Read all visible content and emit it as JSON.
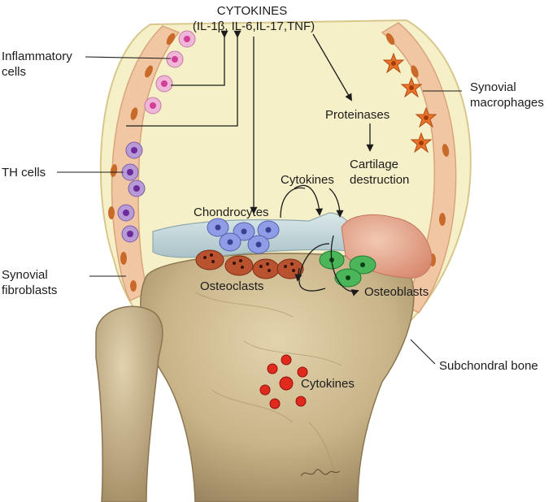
{
  "header": {
    "title_line1": "CYTOKINES",
    "title_line2": "(IL-1β, IL-6,IL-17,TNF)"
  },
  "labels": {
    "inflammatory_line1": "Inflammatory",
    "inflammatory_line2": "cells",
    "th_cells": "TH cells",
    "synovial_fib_line1": "Synovial",
    "synovial_fib_line2": "fibroblasts",
    "synovial_mac_line1": "Synovial",
    "synovial_mac_line2": "macrophages",
    "proteinases": "Proteinases",
    "cartilage_line1": "Cartilage",
    "cartilage_line2": "destruction",
    "cytokines_mid": "Cytokines",
    "chondrocytes": "Chondrocytes",
    "osteoclasts": "Osteoclasts",
    "osteoblasts": "Osteoblasts",
    "subchondral_bone": "Subchondral bone",
    "cytokines_bone": "Cytokines"
  },
  "colors": {
    "capsule": "#f6f0c8",
    "synovium": "#f1c7a3",
    "bone": "#c9b489",
    "cartilage": "#c9dde0",
    "inflammatory_cell": "#f0b6d8",
    "th_cell": "#b79ad6",
    "macrophage": "#e8732a",
    "chondrocyte": "#8f9de6",
    "osteoclast": "#b8522f",
    "osteoblast": "#4bb55a",
    "cytokine_dot": "#e02a1e"
  }
}
